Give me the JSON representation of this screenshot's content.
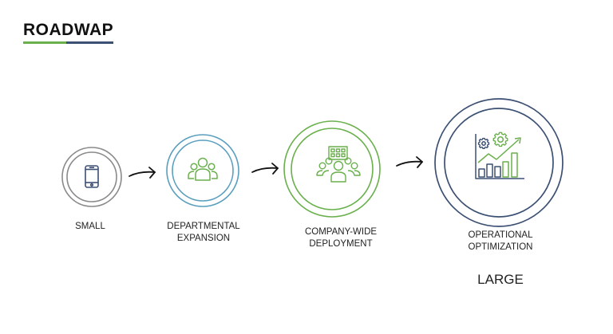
{
  "title": "ROADWAP",
  "colors": {
    "green": "#6ab04c",
    "navy": "#3c5073",
    "teal": "#5a9fbd",
    "gray": "#8a8a8a"
  },
  "stages": [
    {
      "line1": "SMALL",
      "line2": "",
      "icon": "smartphone-icon"
    },
    {
      "line1": "DEPARTMENTAL",
      "line2": "EXPANSION",
      "icon": "team-icon"
    },
    {
      "line1": "COMPANY-WIDE",
      "line2": "DEPLOYMENT",
      "icon": "company-team-icon"
    },
    {
      "line1": "OPERATIONAL",
      "line2": "OPTIMIZATION",
      "icon": "growth-chart-gears-icon"
    }
  ],
  "scale_end_label": "LARGE"
}
